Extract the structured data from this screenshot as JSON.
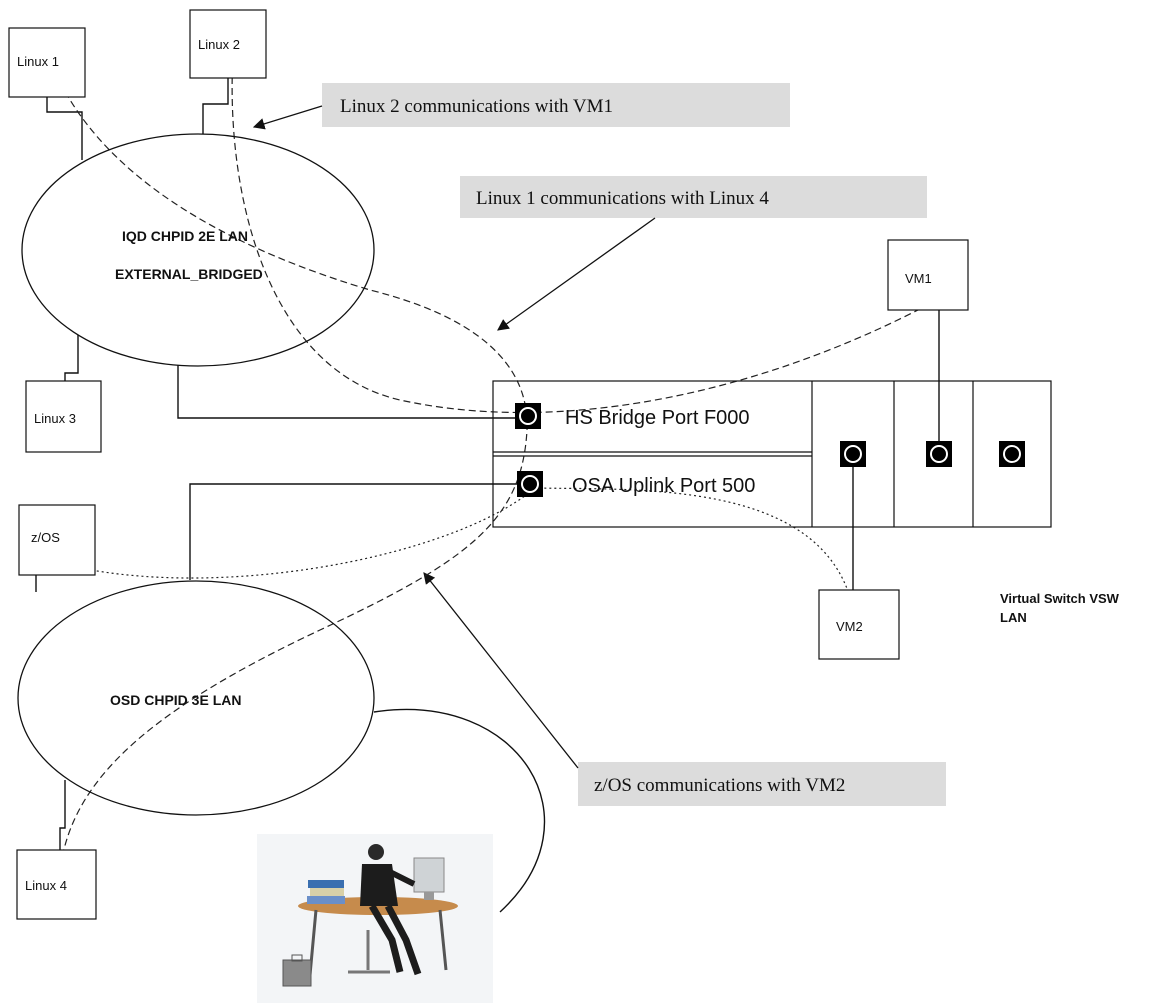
{
  "nodes": {
    "linux1": "Linux 1",
    "linux2": "Linux 2",
    "linux3": "Linux 3",
    "linux4": "Linux 4",
    "zos": "z/OS",
    "vm1": "VM1",
    "vm2": "VM2"
  },
  "lans": {
    "iqd_line1": "IQD CHPID 2E LAN",
    "iqd_line2": "EXTERNAL_BRIDGED",
    "osd": "OSD CHPID 3E LAN"
  },
  "ports": {
    "hs_bridge": "HS Bridge Port F000",
    "osa_uplink": "OSA Uplink Port 500"
  },
  "vswitch": {
    "line1": "Virtual Switch VSW",
    "line2": "LAN"
  },
  "callouts": {
    "linux2_vm1": "Linux 2 communications with VM1",
    "linux1_linux4": "Linux 1 communications with Linux 4",
    "zos_vm2": "z/OS communications with VM2"
  },
  "colors": {
    "callout_bg": "#dcdcdc",
    "port_fill": "#000000"
  },
  "icons": {
    "person": "person-at-desk-icon"
  }
}
